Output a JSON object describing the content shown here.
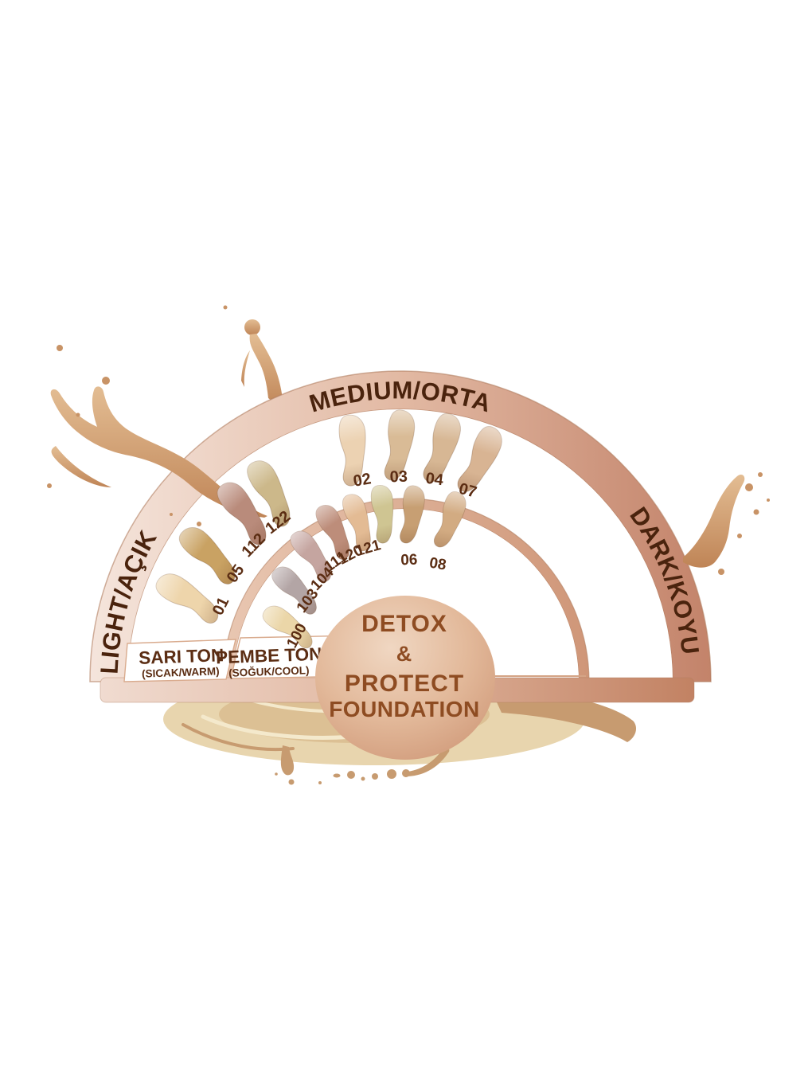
{
  "product": {
    "line1": "DETOX",
    "line2": "&",
    "line3": "PROTECT",
    "line4": "FOUNDATION"
  },
  "arc_labels": {
    "light": "LIGHT/AÇIK",
    "medium": "MEDIUM/ORTA",
    "dark": "DARK/KOYU"
  },
  "tone_groups": [
    {
      "name": "SARI TON",
      "subname": "(SICAK/WARM)"
    },
    {
      "name": "PEMBE TON",
      "subname": "(SOĞUK/COOL)"
    }
  ],
  "shades": {
    "outer": [
      {
        "code": "01",
        "color": "#eed5ab"
      },
      {
        "code": "05",
        "color": "#c9a263"
      },
      {
        "code": "112",
        "color": "#b98b7b"
      },
      {
        "code": "122",
        "color": "#ccb88a"
      },
      {
        "code": "02",
        "color": "#ecd2b2"
      },
      {
        "code": "03",
        "color": "#d9bb96"
      },
      {
        "code": "04",
        "color": "#d7b794"
      },
      {
        "code": "07",
        "color": "#d8b493"
      }
    ],
    "inner": [
      {
        "code": "100",
        "color": "#ebd6a8"
      },
      {
        "code": "103",
        "color": "#b3a5a5"
      },
      {
        "code": "104",
        "color": "#c5a5a0"
      },
      {
        "code": "111",
        "color": "#bd8d7a"
      },
      {
        "code": "120",
        "color": "#e3bb94"
      },
      {
        "code": "121",
        "color": "#cfc592"
      },
      {
        "code": "06",
        "color": "#c79f73"
      },
      {
        "code": "08",
        "color": "#d2ab82"
      }
    ]
  },
  "palette": {
    "band_light": "#f5e5dc",
    "band_mid": "#e2b9a3",
    "band_dark": "#c3836a",
    "inner_band_light": "#e9c7b2",
    "inner_band_dark": "#cf9678",
    "strip_light": "#f0dbd0",
    "strip_dark": "#c28263",
    "circle_light": "#f0d7c2",
    "circle_mid": "#e2b899",
    "circle_dark": "#cf9878",
    "splash_light": "#e3bd93",
    "splash_dark": "#bf8456",
    "droplet": "#c89366",
    "puddle_cream": "#e8d5ae",
    "puddle_swirl": "#dcc094",
    "puddle_rim": "#c79b70",
    "text_dark_brown": "#5b2d13",
    "text_band_brown": "#4a230d",
    "text_circle_brown": "#8e4c22",
    "white": "#ffffff"
  }
}
